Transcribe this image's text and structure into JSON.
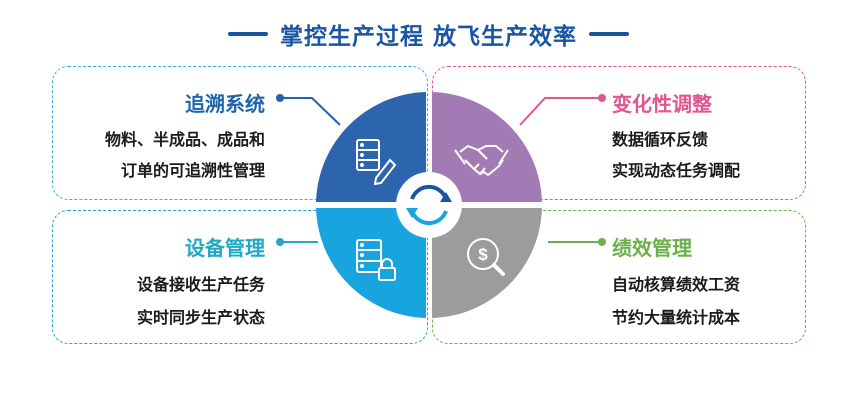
{
  "title": "掌控生产过程 放飞生产效率",
  "colors": {
    "title": "#1a55a3",
    "trace": "#1f64ad",
    "change": "#e0568f",
    "equipment": "#22a7c4",
    "performance": "#6cb04a",
    "quad_tl": "#2c64ad",
    "quad_tr": "#a27bb4",
    "quad_bl": "#18a4df",
    "quad_br": "#9c9c9c"
  },
  "panels": {
    "trace": {
      "heading": "追溯系统",
      "lines": [
        "物料、半成品、成品和",
        "订单的可追溯性管理"
      ],
      "icon": "server-edit-icon"
    },
    "change": {
      "heading": "变化性调整",
      "lines": [
        "数据循环反馈",
        "实现动态任务调配"
      ],
      "icon": "handshake-icon"
    },
    "equipment": {
      "heading": "设备管理",
      "lines": [
        "设备接收生产任务",
        "实时同步生产状态"
      ],
      "icon": "server-lock-icon"
    },
    "performance": {
      "heading": "绩效管理",
      "lines": [
        "自动核算绩效工资",
        "节约大量统计成本"
      ],
      "icon": "dollar-search-icon"
    }
  },
  "center_icon": "cycle-arrows-icon"
}
